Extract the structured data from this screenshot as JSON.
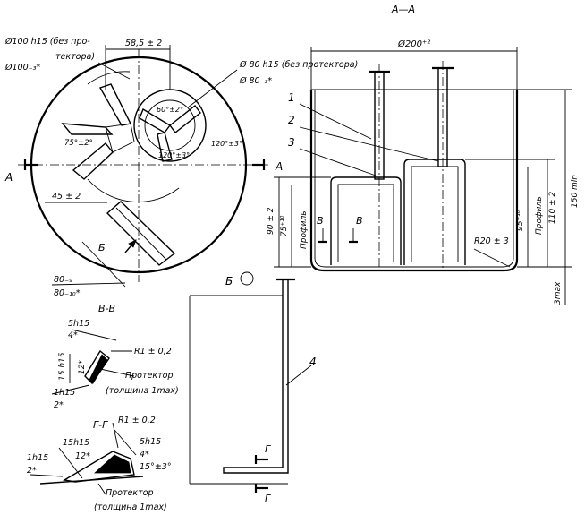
{
  "labels": {
    "section_aa": "А—А",
    "section_bb": "В-В",
    "section_gg": "Г-Г",
    "view_b": "Б",
    "cut_a_left": "А",
    "cut_a_right": "А",
    "cut_b_left": "В",
    "cut_b_right": "В",
    "cut_g_top": "Г",
    "cut_g_bottom": "Г",
    "part_1": "1",
    "part_2": "2",
    "part_3": "3",
    "part_4": "4"
  },
  "dimensions": {
    "phi100_line1": "Ø100 h15 (без про-",
    "phi100_line2": "тектора)",
    "phi100_b": "Ø100₋₃*",
    "d585": "58,5 ± 2",
    "phi80_a": "Ø 80 h15 (без протектора)",
    "phi80_b": "Ø 80₋₃*",
    "a60": "60°±2°",
    "a75": "75°±2°",
    "a120a": "120°±3°",
    "a120b": "120°±3°",
    "d45": "45 ± 2",
    "d80a": "80₋₉",
    "d80b": "80₋₁₀*",
    "phi200": "Ø200⁺²",
    "d90": "90 ± 2",
    "d75": "75⁺¹⁰",
    "prof_left": "Профиль",
    "d95": "95⁺¹⁰",
    "prof_right": "Профиль",
    "d110": "110 ± 2",
    "d150": "150 min",
    "r20": "R20 ± 3",
    "d3max": "3max",
    "d5h15": "5h15",
    "d4a": "4*",
    "r1a": "R1 ± 0,2",
    "d15h15a": "15 h15",
    "d12a": "12*",
    "prot_a": "Протектор",
    "thick_a": "(толщина 1max)",
    "d1h15a": "1h15",
    "d2a": "2*",
    "r1b": "R1 ± 0,2",
    "d5h15b": "5h15",
    "d4b": "4*",
    "a15": "15°±3°",
    "d15h15b": "15h15",
    "d12b": "12*",
    "d1h15b": "1h15",
    "d2b": "2*",
    "prot_b": "Протектор",
    "thick_b": "(толщина 1max)"
  }
}
